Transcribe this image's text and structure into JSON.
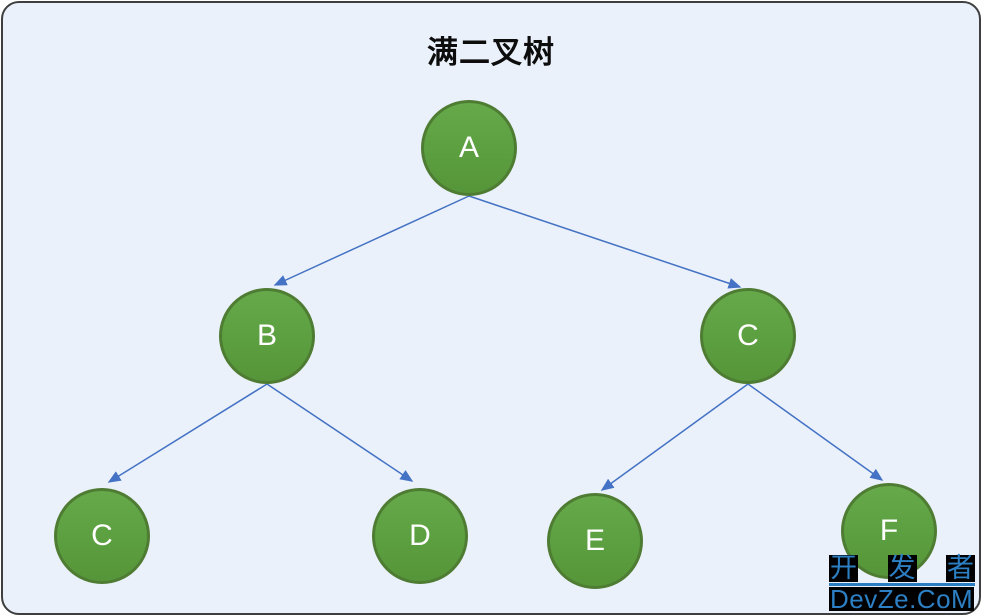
{
  "page": {
    "title": "满二叉树"
  },
  "tree": {
    "nodes": [
      {
        "id": "root",
        "label": "A"
      },
      {
        "id": "left",
        "label": "B"
      },
      {
        "id": "right",
        "label": "C"
      },
      {
        "id": "left-left",
        "label": "C"
      },
      {
        "id": "left-right",
        "label": "D"
      },
      {
        "id": "right-left",
        "label": "E"
      },
      {
        "id": "right-right",
        "label": "F"
      }
    ],
    "edges": [
      {
        "from": "root",
        "to": "left"
      },
      {
        "from": "root",
        "to": "right"
      },
      {
        "from": "left",
        "to": "left-left"
      },
      {
        "from": "left",
        "to": "left-right"
      },
      {
        "from": "right",
        "to": "right-left"
      },
      {
        "from": "right",
        "to": "right-right"
      }
    ]
  },
  "watermark": {
    "chars": [
      "开",
      "发",
      "者"
    ],
    "line2": "DevZe.CoM"
  },
  "colors": {
    "canvas_background": "#eaf1fa",
    "canvas_border": "#3f3f3f",
    "node_fill": "#5b9f40",
    "node_border": "#4e7c33",
    "node_text": "#ffffff",
    "edge": "#4472c4",
    "title_text": "#0d0d0d",
    "watermark_text": "#2c7fc3",
    "watermark_background": "#000000"
  }
}
